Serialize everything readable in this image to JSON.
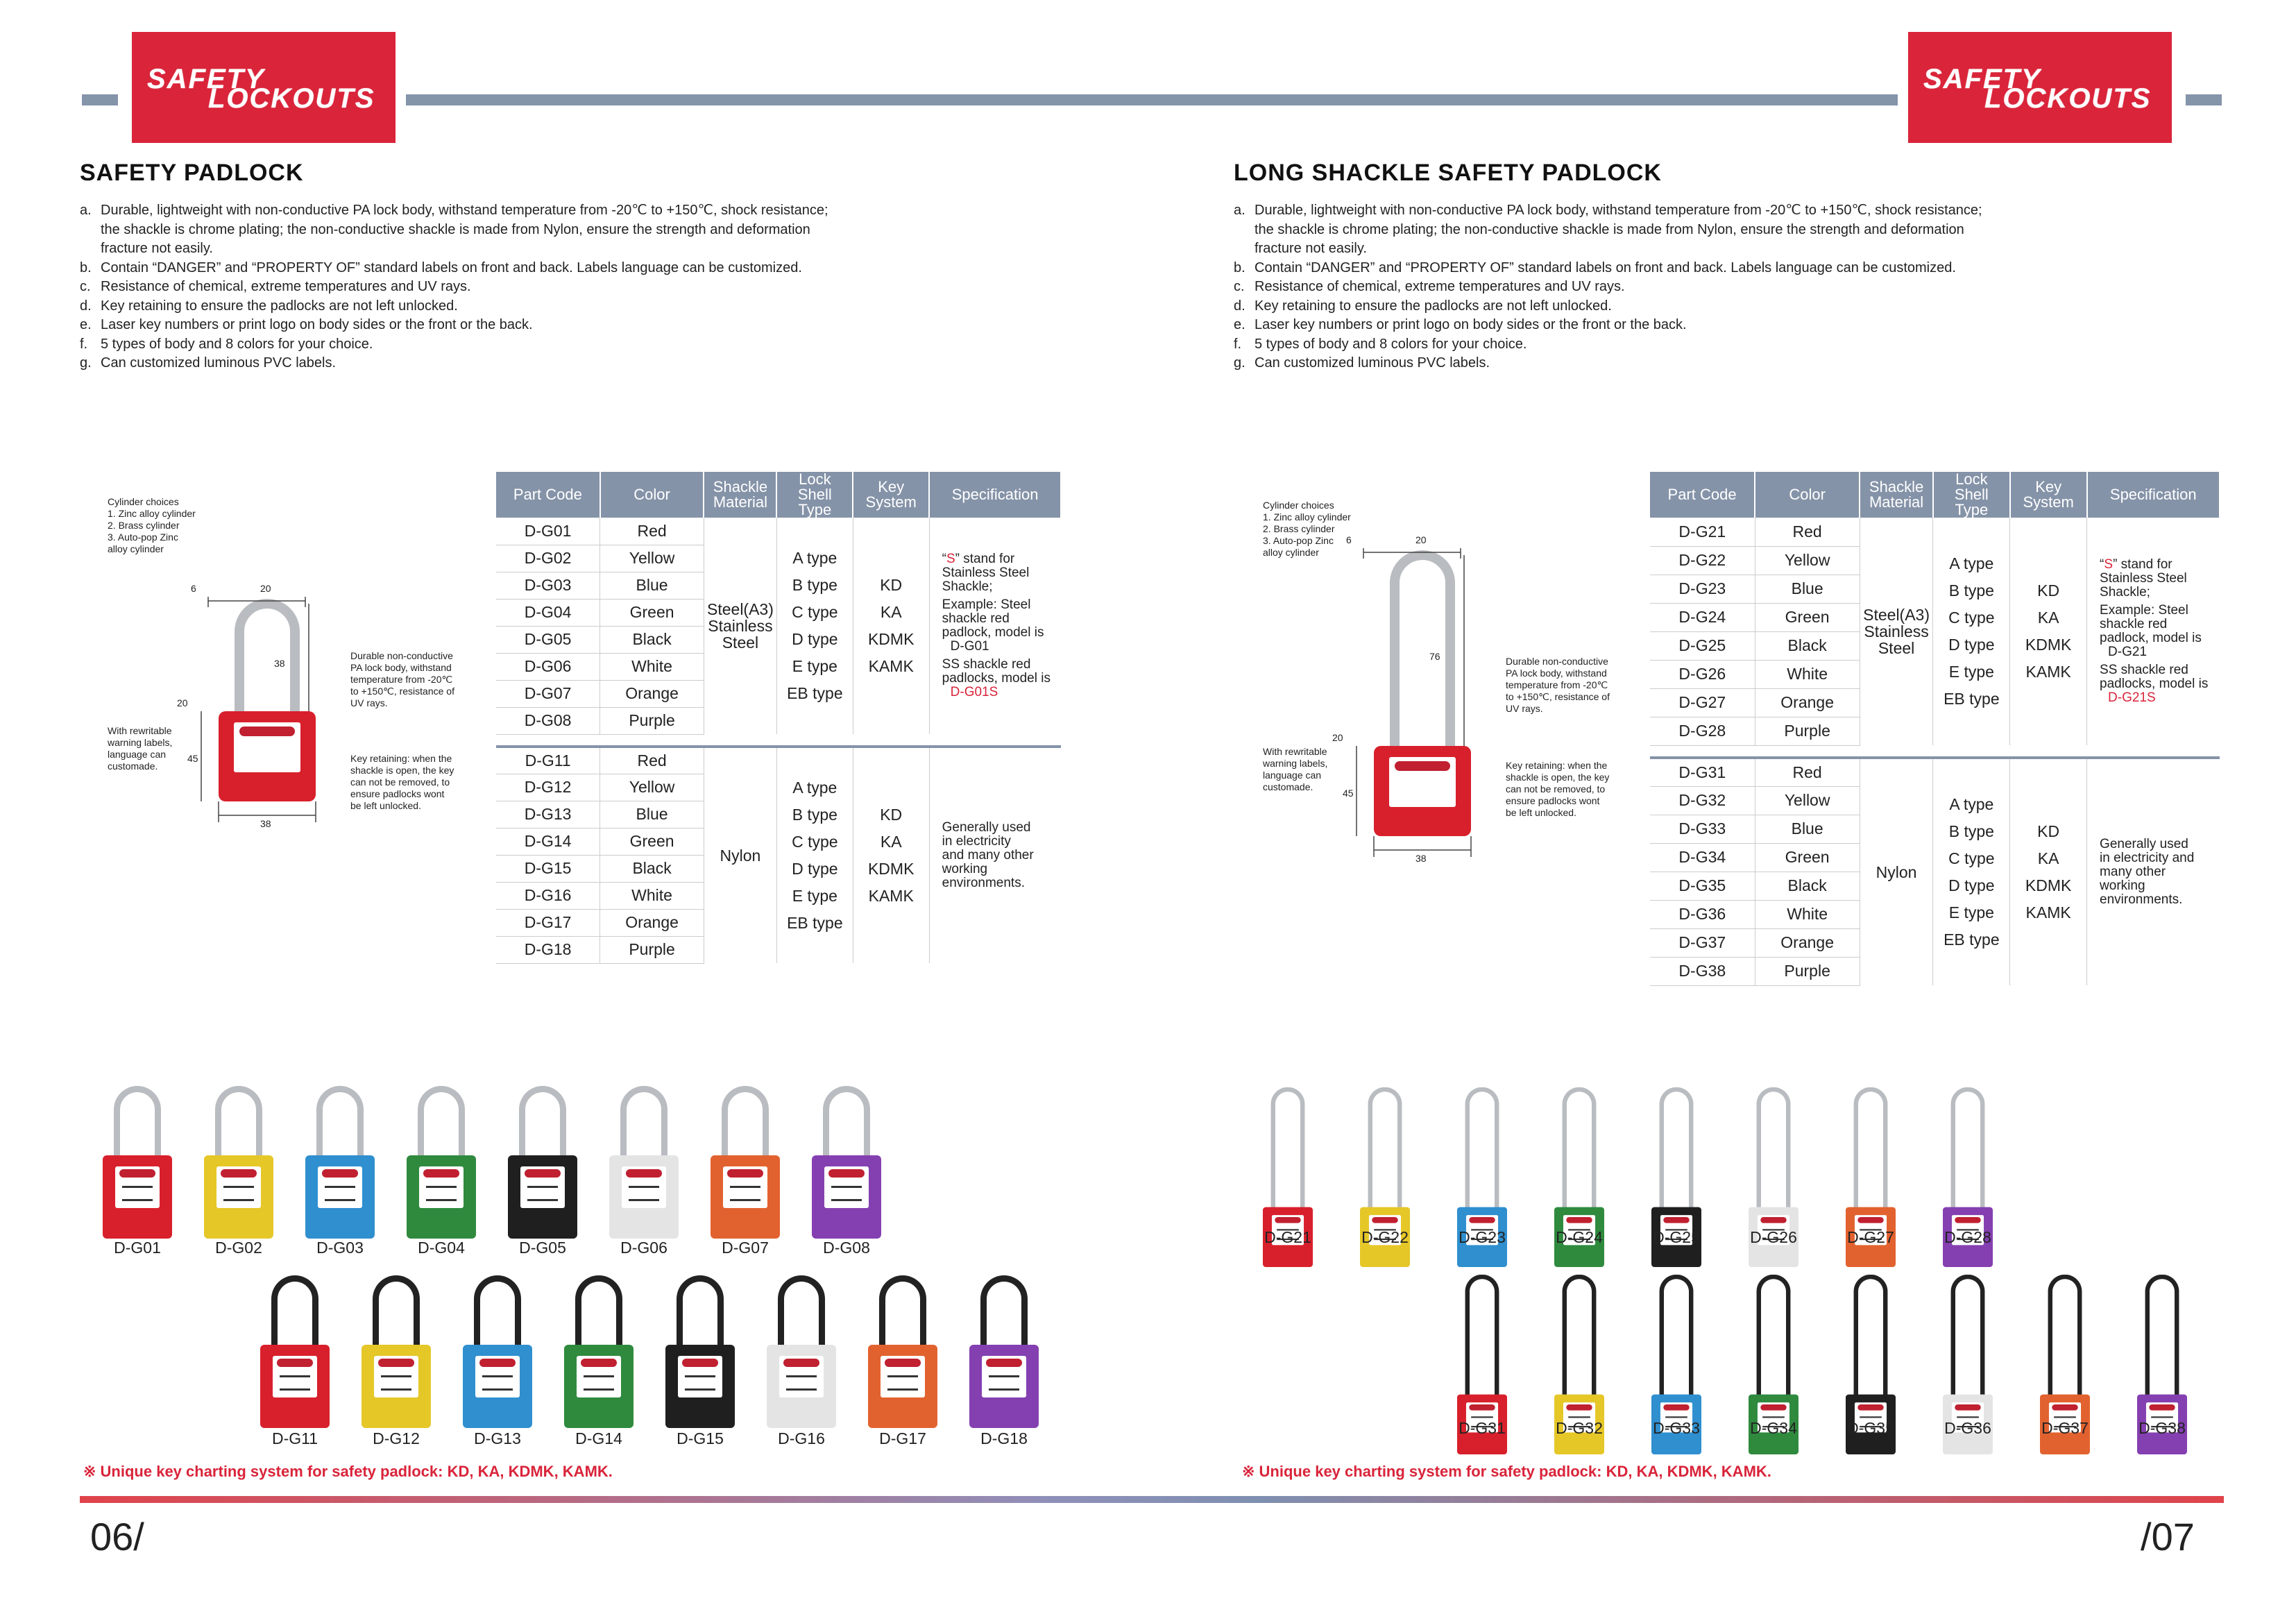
{
  "brand": {
    "line1": "SAFETY",
    "line2": "LOCKOUTS"
  },
  "left": {
    "title": "SAFETY PADLOCK",
    "features": [
      {
        "k": "a.",
        "t": "Durable, lightweight with non-conductive PA lock body, withstand temperature from -20℃ to +150℃, shock resistance;"
      },
      {
        "k": "",
        "t": "the shackle is chrome plating; the non-conductive shackle is made from Nylon, ensure the strength and deformation"
      },
      {
        "k": "",
        "t": "fracture not easily."
      },
      {
        "k": "b.",
        "t": "Contain “DANGER” and “PROPERTY OF” standard labels on front and back. Labels language can be customized."
      },
      {
        "k": "c.",
        "t": "Resistance of chemical, extreme temperatures and UV rays."
      },
      {
        "k": "d.",
        "t": "Key retaining to ensure the padlocks are not left unlocked."
      },
      {
        "k": "e.",
        "t": "Laser key numbers or print logo on body sides or the front or the back."
      },
      {
        "k": "f.",
        "t": "5 types of body and 8 colors for your choice."
      },
      {
        "k": "g.",
        "t": "Can customized luminous PVC labels."
      }
    ],
    "diagram": {
      "cyl": [
        "Cylinder choices",
        "1. Zinc alloy cylinder",
        "2. Brass cylinder",
        "3. Auto-pop Zinc",
        "alloy cylinder"
      ],
      "dims": {
        "a": "6",
        "b": "20",
        "c": "38",
        "d": "20",
        "e": "45",
        "f": "38"
      },
      "body_note": [
        "Durable non-conductive",
        "PA lock body, withstand",
        "temperature from -20℃",
        "to +150℃, resistance of",
        "UV rays."
      ],
      "key_note": [
        "Key retaining: when the",
        "shackle is open, the key",
        "can not be removed, to",
        "ensure padlocks wont",
        "be left unlocked."
      ],
      "label_note": [
        "With rewritable",
        "warning labels,",
        "language can",
        "customade."
      ]
    },
    "group1": {
      "rows": [
        [
          "D-G01",
          "Red"
        ],
        [
          "D-G02",
          "Yellow"
        ],
        [
          "D-G03",
          "Blue"
        ],
        [
          "D-G04",
          "Green"
        ],
        [
          "D-G05",
          "Black"
        ],
        [
          "D-G06",
          "White"
        ],
        [
          "D-G07",
          "Orange"
        ],
        [
          "D-G08",
          "Purple"
        ]
      ],
      "material": "Steel(A3)\nStainless\nSteel",
      "spec": [
        "“S” stand for",
        "Stainless Steel",
        "Shackle;",
        "Example: Steel",
        "shackle red",
        "padlock, model is",
        "D-G01",
        "SS shackle red",
        "padlocks, model is",
        "D-G01S"
      ]
    },
    "group2": {
      "rows": [
        [
          "D-G11",
          "Red"
        ],
        [
          "D-G12",
          "Yellow"
        ],
        [
          "D-G13",
          "Blue"
        ],
        [
          "D-G14",
          "Green"
        ],
        [
          "D-G15",
          "Black"
        ],
        [
          "D-G16",
          "White"
        ],
        [
          "D-G17",
          "Orange"
        ],
        [
          "D-G18",
          "Purple"
        ]
      ],
      "material": "Nylon",
      "spec": [
        "Generally used",
        "in electricity",
        "and many other",
        "working",
        "environments."
      ]
    },
    "row1": [
      "D-G01",
      "D-G02",
      "D-G03",
      "D-G04",
      "D-G05",
      "D-G06",
      "D-G07",
      "D-G08"
    ],
    "row2": [
      "D-G11",
      "D-G12",
      "D-G13",
      "D-G14",
      "D-G15",
      "D-G16",
      "D-G17",
      "D-G18"
    ],
    "note": "※ Unique key charting system for safety padlock: KD, KA, KDMK, KAMK.",
    "page": "06"
  },
  "right": {
    "title": "LONG SHACKLE SAFETY PADLOCK",
    "diagram": {
      "dims": {
        "a": "6",
        "b": "20",
        "c": "76",
        "d": "20",
        "e": "45",
        "f": "38"
      }
    },
    "group1": {
      "rows": [
        [
          "D-G21",
          "Red"
        ],
        [
          "D-G22",
          "Yellow"
        ],
        [
          "D-G23",
          "Blue"
        ],
        [
          "D-G24",
          "Green"
        ],
        [
          "D-G25",
          "Black"
        ],
        [
          "D-G26",
          "White"
        ],
        [
          "D-G27",
          "Orange"
        ],
        [
          "D-G28",
          "Purple"
        ]
      ],
      "spec": [
        "“S” stand for",
        "Stainless Steel",
        "Shackle;",
        "Example: Steel",
        "shackle red",
        "padlock, model is",
        "D-G21",
        "SS shackle red",
        "padlocks, model is",
        "D-G21S"
      ]
    },
    "group2": {
      "rows": [
        [
          "D-G31",
          "Red"
        ],
        [
          "D-G32",
          "Yellow"
        ],
        [
          "D-G33",
          "Blue"
        ],
        [
          "D-G34",
          "Green"
        ],
        [
          "D-G35",
          "Black"
        ],
        [
          "D-G36",
          "White"
        ],
        [
          "D-G37",
          "Orange"
        ],
        [
          "D-G38",
          "Purple"
        ]
      ],
      "spec": [
        "Generally used",
        "in electricity and",
        "many other",
        "working",
        "environments."
      ]
    },
    "row1": [
      "D-G21",
      "D-G22",
      "D-G23",
      "D-G24",
      "D-G25",
      "D-G26",
      "D-G27",
      "D-G28"
    ],
    "row2": [
      "D-G31",
      "D-G32",
      "D-G33",
      "D-G34",
      "D-G35",
      "D-G36",
      "D-G37",
      "D-G38"
    ],
    "page": "07"
  },
  "table_headers": [
    "Part Code",
    "Color",
    "Shackle\nMaterial",
    "Lock\nShell Type",
    "Key\nSystem",
    "Specification"
  ],
  "shell_types": [
    "A type",
    "B type",
    "C type",
    "D type",
    "E type",
    "EB type"
  ],
  "key_systems": [
    "KD",
    "KA",
    "KDMK",
    "KAMK"
  ],
  "colors": {
    "brand": "#d9243a",
    "rule": "#8494a9",
    "Red": "#d8202c",
    "Yellow": "#e5c728",
    "Blue": "#2f8fcf",
    "Green": "#2f8a3e",
    "Black": "#1f1f1f",
    "White": "#e4e4e4",
    "Orange": "#e2622f",
    "Purple": "#8440b0"
  }
}
